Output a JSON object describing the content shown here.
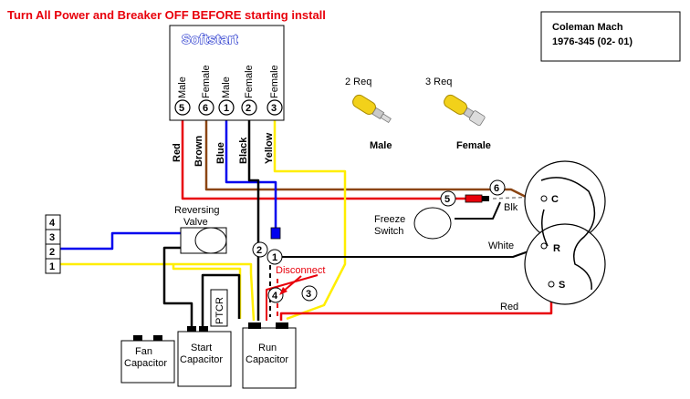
{
  "warning_title": "Turn All Power and Breaker OFF BEFORE starting install",
  "model_box": {
    "line1": "Coleman Mach",
    "line2": "1976-345 (02- 01)"
  },
  "softstart": {
    "brand": "Softstart",
    "pins": [
      {
        "num": "5",
        "gender": "Male",
        "wire": "Red"
      },
      {
        "num": "6",
        "gender": "Female",
        "wire": "Brown"
      },
      {
        "num": "1",
        "gender": "Male",
        "wire": "Blue"
      },
      {
        "num": "2",
        "gender": "Female",
        "wire": "Black"
      },
      {
        "num": "3",
        "gender": "Female",
        "wire": "Yellow"
      }
    ]
  },
  "connectors": {
    "male": {
      "req": "2 Req",
      "label": "Male"
    },
    "female": {
      "req": "3 Req",
      "label": "Female"
    }
  },
  "terminal_block": {
    "labels": [
      "4",
      "3",
      "2",
      "1"
    ]
  },
  "components": {
    "reversing_valve": [
      "Reversing",
      "Valve"
    ],
    "freeze_switch": [
      "Freeze",
      "Switch"
    ],
    "fan_capacitor": [
      "Fan",
      "Capacitor"
    ],
    "start_capacitor": [
      "Start",
      "Capacitor"
    ],
    "run_capacitor": [
      "Run",
      "Capacitor"
    ],
    "ptcr": "PTCR",
    "compressor_terminals": {
      "c": "C",
      "r": "R",
      "s": "S"
    }
  },
  "wire_labels": {
    "blk": "Blk",
    "white": "White",
    "red": "Red"
  },
  "callouts": [
    "5",
    "6",
    "2",
    "1",
    "4",
    "3"
  ],
  "disconnect_label": "Disconnect",
  "colors": {
    "red": "#e8000b",
    "brown": "#8b4513",
    "blue": "#0000ee",
    "black": "#000000",
    "yellow": "#ffee00",
    "brand_blue": "#2233cc"
  }
}
